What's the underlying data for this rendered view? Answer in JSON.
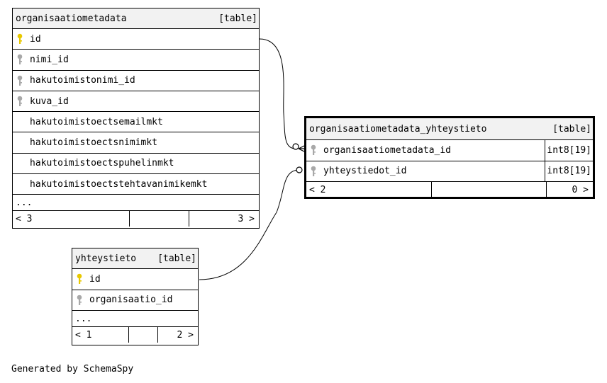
{
  "tables": {
    "organisaatiometadata": {
      "name": "organisaatiometadata",
      "tag": "[table]",
      "columns": [
        {
          "name": "id",
          "key": "primary"
        },
        {
          "name": "nimi_id",
          "key": "foreign"
        },
        {
          "name": "hakutoimistonimi_id",
          "key": "foreign"
        },
        {
          "name": "kuva_id",
          "key": "foreign"
        },
        {
          "name": "hakutoimistoectsemailmkt",
          "key": "none"
        },
        {
          "name": "hakutoimistoectsnimimkt",
          "key": "none"
        },
        {
          "name": "hakutoimistoectspuhelinmkt",
          "key": "none"
        },
        {
          "name": "hakutoimistoectstehtavanimikemkt",
          "key": "none"
        }
      ],
      "more": "...",
      "footer": {
        "left": "< 3",
        "right": "3 >"
      }
    },
    "organisaatiometadata_yhteystieto": {
      "name": "organisaatiometadata_yhteystieto",
      "tag": "[table]",
      "columns": [
        {
          "name": "organisaatiometadata_id",
          "type": "int8[19]",
          "key": "foreign"
        },
        {
          "name": "yhteystiedot_id",
          "type": "int8[19]",
          "key": "foreign"
        }
      ],
      "footer": {
        "left": "< 2",
        "right": "0 >"
      }
    },
    "yhteystieto": {
      "name": "yhteystieto",
      "tag": "[table]",
      "columns": [
        {
          "name": "id",
          "key": "primary"
        },
        {
          "name": "organisaatio_id",
          "key": "foreign"
        }
      ],
      "more": "...",
      "footer": {
        "left": "< 1",
        "right": "2 >"
      }
    }
  },
  "colors": {
    "primary_key": "#e8c800",
    "foreign_key": "#a8a8a8",
    "header_bg": "#f2f2f2"
  },
  "credit": "Generated by SchemaSpy"
}
